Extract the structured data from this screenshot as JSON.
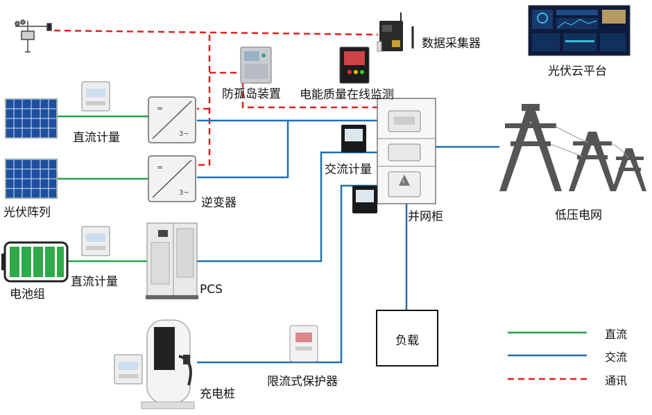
{
  "labels": {
    "data_collector": "数据采集器",
    "cloud": "光伏云平台",
    "anti_island": "防孤岛装置",
    "power_quality": "电能质量在线监测",
    "dc_meter_1": "直流计量",
    "dc_meter_2": "直流计量",
    "pv_array": "光伏阵列",
    "inverter": "逆变器",
    "ac_meter": "交流计量",
    "cabinet": "并网柜",
    "grid": "低压电网",
    "battery": "电池组",
    "pcs": "PCS",
    "load": "负载",
    "limiter": "限流式保护器",
    "charger": "充电桩"
  },
  "legend": [
    {
      "label": "直流",
      "color": "#22a34a",
      "style": "solid"
    },
    {
      "label": "交流",
      "color": "#1f6fb5",
      "style": "solid"
    },
    {
      "label": "通讯",
      "color": "#e02020",
      "style": "dashed"
    }
  ],
  "colors": {
    "dc": "#22a34a",
    "ac": "#1f6fb5",
    "comm": "#e02020"
  }
}
